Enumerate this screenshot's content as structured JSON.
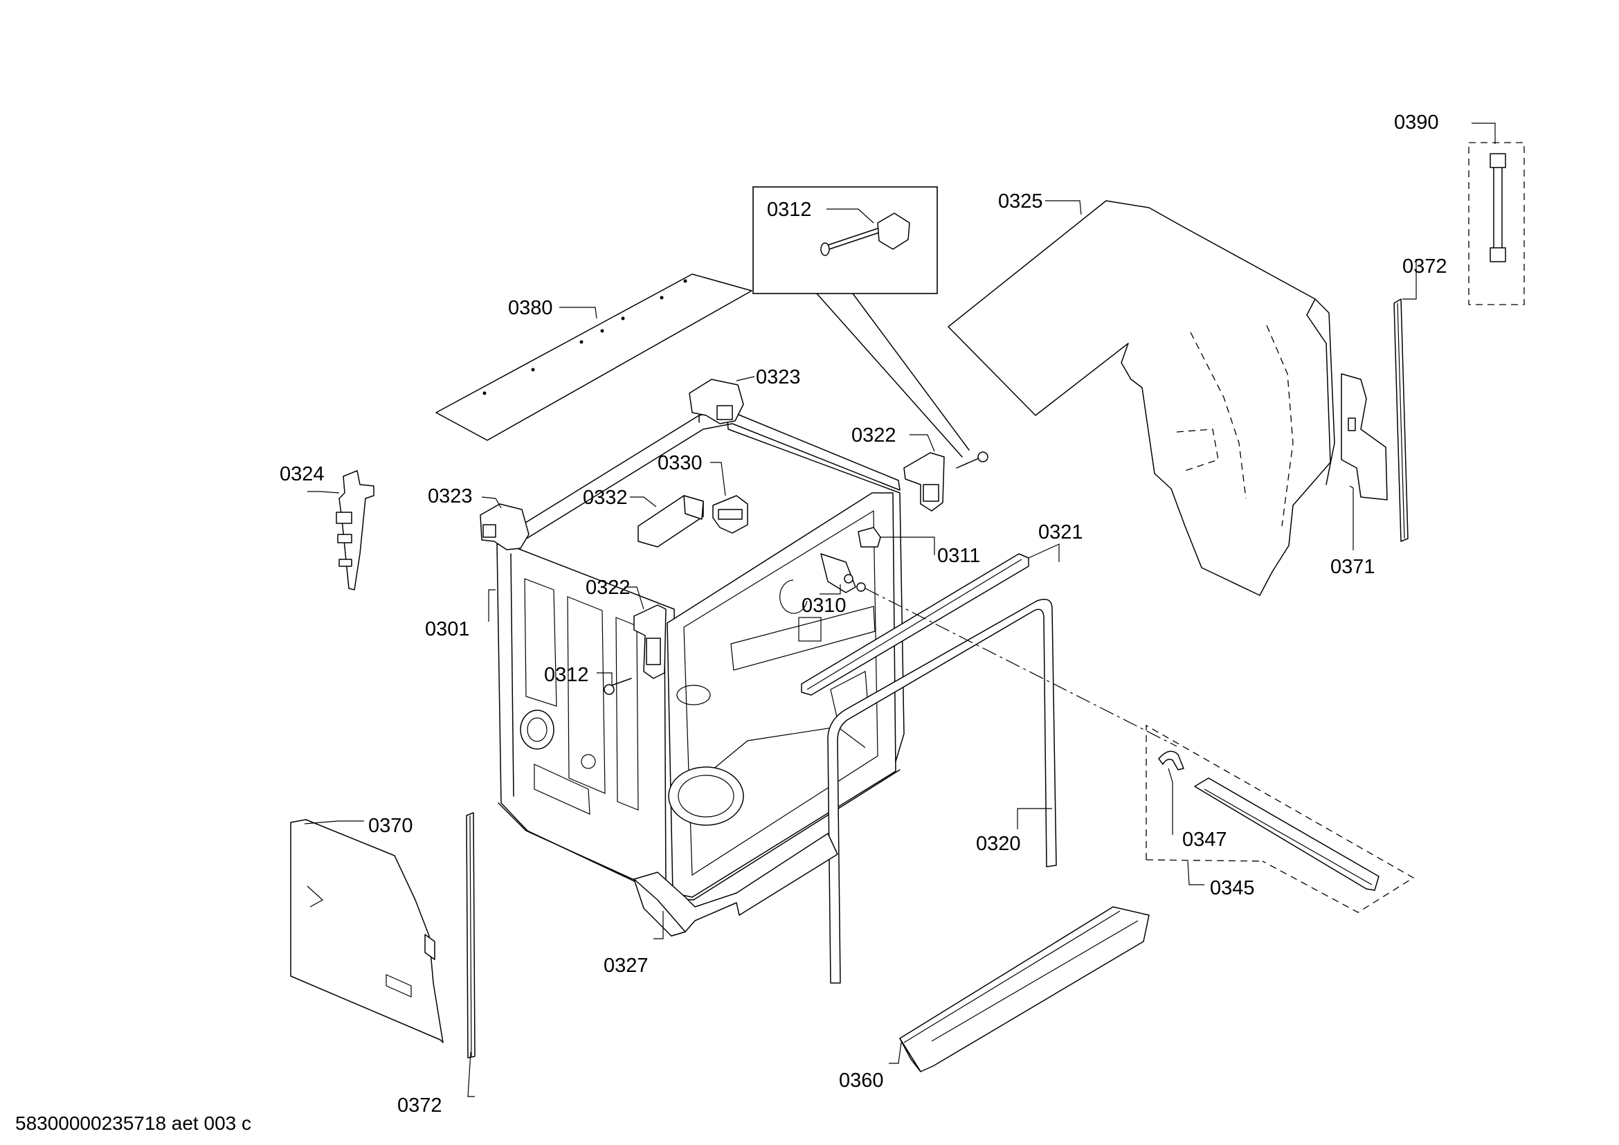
{
  "labels": {
    "p0390": "0390",
    "p0372_top": "0372",
    "p0371": "0371",
    "p0325": "0325",
    "p0312_inset": "0312",
    "p0380": "0380",
    "p0323_top": "0323",
    "p0323_left": "0323",
    "p0324": "0324",
    "p0322_top": "0322",
    "p0322_mid": "0322",
    "p0330": "0330",
    "p0332": "0332",
    "p0311": "0311",
    "p0310": "0310",
    "p0321": "0321",
    "p0301": "0301",
    "p0312_mid": "0312",
    "p0320": "0320",
    "p0347": "0347",
    "p0345": "0345",
    "p0370": "0370",
    "p0327": "0327",
    "p0360": "0360",
    "p0372_bottom": "0372"
  },
  "document_id": "58300000235718 aet 003 c"
}
